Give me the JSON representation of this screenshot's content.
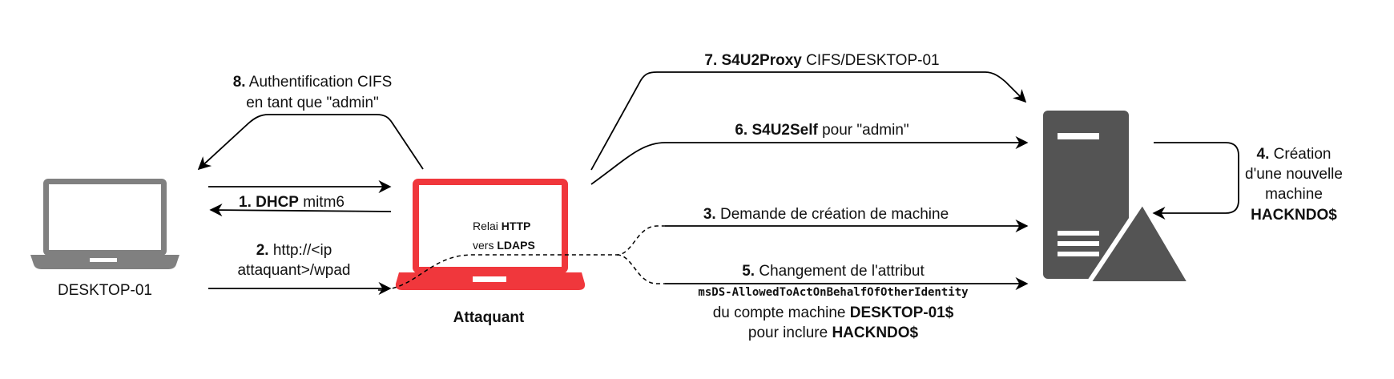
{
  "colors": {
    "attacker": "#f0373c",
    "desktop": "#808080",
    "server": "#545454",
    "line": "#000000"
  },
  "nodes": {
    "desktop_label": "DESKTOP-01",
    "attacker_label": "Attaquant",
    "relay_line1_prefix": "Relai ",
    "relay_line1_bold": "HTTP",
    "relay_line2_prefix": "vers ",
    "relay_line2_bold": "LDAPS"
  },
  "steps": {
    "s1": {
      "num": "1. DHCP",
      "text": " mitm6"
    },
    "s2": {
      "num": "2.",
      "line1": " http://<ip",
      "line2": "attaquant>/wpad"
    },
    "s3": {
      "num": "3.",
      "text": " Demande de création de machine"
    },
    "s4": {
      "num": "4.",
      "line1": " Création",
      "line2": "d'une nouvelle",
      "line3": "machine",
      "line4": "HACKNDO$"
    },
    "s5": {
      "num": "5.",
      "line1": " Changement de l'attribut",
      "attr": "msDS-AllowedToActOnBehalfOfOtherIdentity",
      "line3_prefix": "du compte machine ",
      "line3_bold": "DESKTOP-01$",
      "line4_prefix": "pour inclure ",
      "line4_bold": "HACKNDO$"
    },
    "s6": {
      "num": "6. S4U2Self",
      "text": " pour \"admin\""
    },
    "s7": {
      "num": "7. S4U2Proxy",
      "text": " CIFS/DESKTOP-01"
    },
    "s8": {
      "num": "8.",
      "line1": " Authentification CIFS",
      "line2": "en tant que \"admin\""
    }
  }
}
